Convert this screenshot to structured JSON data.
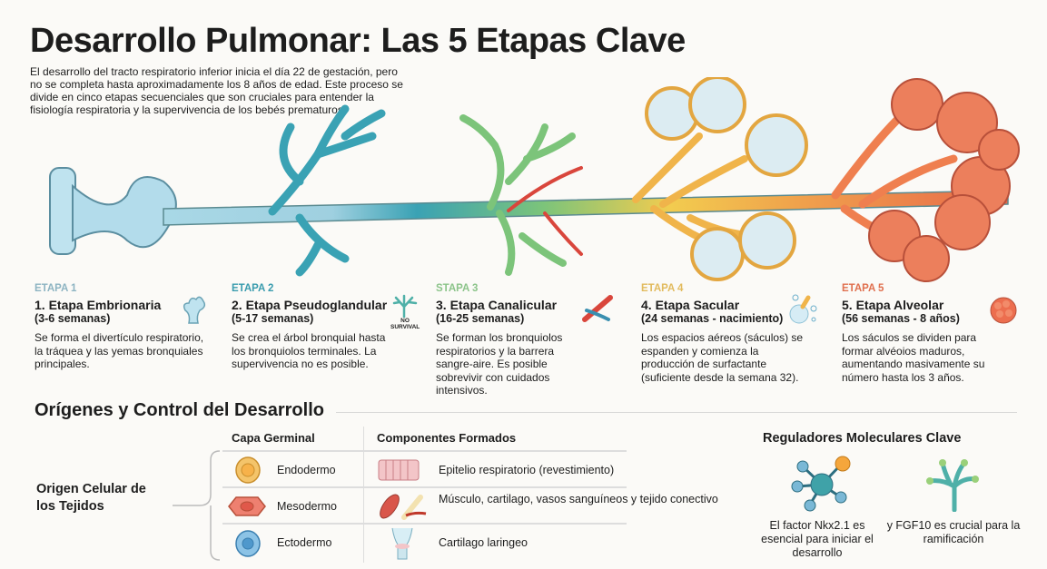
{
  "title": "Desarrollo Pulmonar: Las 5 Etapas Clave",
  "intro": "El desarrollo del tracto respiratorio inferior inicia el día 22 de gestación, pero no se completa hasta aproximadamente los 8 años de edad. Este proceso se divide en cinco etapas secuenciales que son cruciales para entender la fisiología respiratoria y la supervivencia de los bebés prematuros.",
  "stages": [
    {
      "label": "ETAPA 1",
      "name": "1. Etapa Embrionaria",
      "weeks": "(3-6 semanas)",
      "desc": "Se forma el divertículo respiratorio, la tráquea y las yemas bronquiales principales.",
      "color": "#8db4c2"
    },
    {
      "label": "ETAPA 2",
      "name": "2. Etapa Pseudoglandular",
      "weeks": "(5-17 semanas)",
      "desc": "Se crea el árbol bronquial hasta los bronquiolos terminales. La supervivencia no es posible.",
      "color": "#3a9cae",
      "icon_text": "NO SURVIVAL"
    },
    {
      "label": "STAPA 3",
      "name": "3. Etapa Canalicular",
      "weeks": "(16-25 semanas)",
      "desc": "Se forman los bronquiolos respiratorios y la barrera sangre-aire. Es posible sobrevivir con cuidados intensivos.",
      "color": "#8cc48a"
    },
    {
      "label": "ETAPA 4",
      "name": "4. Etapa Sacular",
      "weeks": "(24 semanas - nacimiento)",
      "desc": "Los espacios aéreos (sáculos) se espanden y comienza la producción de surfactante (suficiente desde la semana 32).",
      "color": "#e2bb5e"
    },
    {
      "label": "ETAPA 5",
      "name": "5. Etapa Alveolar",
      "weeks": "(56 semanas - 8 años)",
      "desc": "Los sáculos se dividen para formar alvéoios maduros, aumentando masivamente su número hasta los 3 años.",
      "color": "#e0704f"
    }
  ],
  "origins": {
    "title": "Orígenes y Control del Desarrollo",
    "row_header": "Origen Celular de los Tejidos",
    "col_headers": [
      "Capa Germinal",
      "Componentes Formados"
    ],
    "rows": [
      {
        "layer": "Endodermo",
        "components": "Epitelio respiratorio (revestimiento)"
      },
      {
        "layer": "Mesodermo",
        "components": "Músculo, cartilago, vasos sanguíneos y tejido conectivo"
      },
      {
        "layer": "Ectodermo",
        "components": "Cartilago laringeo"
      }
    ]
  },
  "regulators": {
    "title": "Reguladores Moleculares Clave",
    "items": [
      {
        "text": "El factor Nkx2.1 es esencial para iniciar el desarrollo"
      },
      {
        "text": "y FGF10 es crucial para la ramificación"
      }
    ]
  }
}
